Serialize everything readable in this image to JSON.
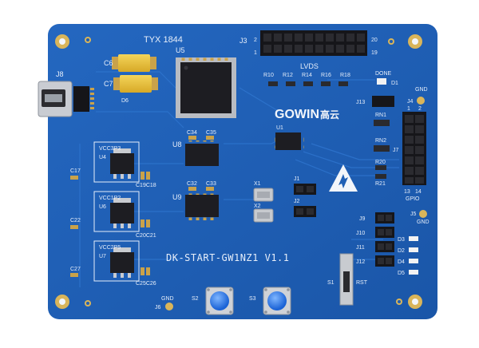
{
  "board": {
    "title": "DK-START-GW1NZ1 V1.1",
    "batch_marking": "TYX 1844",
    "brand_logo": "GOWIN",
    "brand_logo_chinese": "高云",
    "colors": {
      "pcb": "#1f5fb5",
      "silkscreen": "#e6eefa",
      "gold": "#d9b55a",
      "ic_body": "#1d1d22",
      "header_body": "#16161a",
      "tantalum_cap": "#e8c23a"
    }
  },
  "labels": {
    "j3": "J3",
    "j3_pin2": "2",
    "j3_pin1": "1",
    "j3_pin20": "20",
    "j3_pin19": "19",
    "j8": "J8",
    "c6": "C6",
    "c7": "C7",
    "u5": "U5",
    "d6": "D6",
    "lvds": "LVDS",
    "r10": "R10",
    "r12": "R12",
    "r14": "R14",
    "r16": "R16",
    "r18": "R18",
    "done": "DONE",
    "d1": "D1",
    "gnd_top": "GND",
    "j4": "J4",
    "j13": "J13",
    "rn1": "RN1",
    "rn2": "RN2",
    "r20": "R20",
    "r21": "R21",
    "j7": "J7",
    "j7_pin1": "1",
    "j7_pin2": "2",
    "j7_pin13": "13",
    "j7_pin14": "14",
    "gpio": "GPIO",
    "u1": "U1",
    "c34": "C34",
    "c35": "C35",
    "u8": "U8",
    "c32": "C32",
    "c33": "C33",
    "u9": "U9",
    "vcc3p3": "VCC3P3",
    "u4": "U4",
    "c17": "C17",
    "c19c18": "C19C18",
    "vcc1p2": "VCC1P2",
    "u6": "U6",
    "c22": "C22",
    "c20c21": "C20C21",
    "vcc2p5": "VCC2P5",
    "u7": "U7",
    "c27": "C27",
    "c25c26": "C25C26",
    "x1": "X1",
    "x2": "X2",
    "j1": "J1",
    "j2": "J2",
    "j5": "J5",
    "gnd_right": "GND",
    "j9": "J9",
    "j10": "J10",
    "j11": "J11",
    "j12": "J12",
    "d3": "D3",
    "d2": "D2",
    "d4": "D4",
    "d5": "D5",
    "s1": "S1",
    "rst": "RST",
    "s2": "S2",
    "s3": "S3",
    "j6": "J6",
    "gnd_bottom": "GND"
  }
}
